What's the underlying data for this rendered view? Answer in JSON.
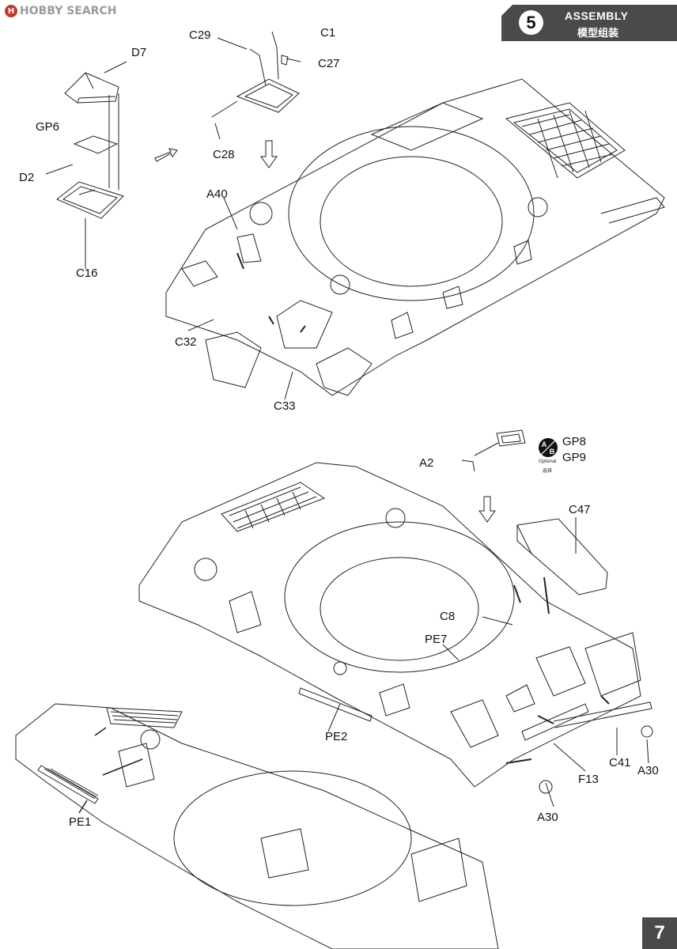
{
  "watermark": {
    "logo_glyph": "H",
    "text": "HOBBY SEARCH"
  },
  "header": {
    "step_number": "5",
    "title": "ASSEMBLY",
    "subtitle": "模型组装"
  },
  "page_number": "7",
  "optional_badge": {
    "glyph_a": "A",
    "glyph_b": "B",
    "label": "Optional",
    "label_cn": "选择"
  },
  "callouts_upper": {
    "c29": "C29",
    "c1": "C1",
    "d7": "D7",
    "c27": "C27",
    "gp6": "GP6",
    "d2": "D2",
    "c28": "C28",
    "c16": "C16",
    "a40": "A40",
    "c32": "C32",
    "c33": "C33"
  },
  "callouts_lower": {
    "gp8": "GP8",
    "gp9": "GP9",
    "a2": "A2",
    "c47": "C47",
    "c8": "C8",
    "pe7": "PE7",
    "pe2": "PE2",
    "c41": "C41",
    "a30_right": "A30",
    "f13": "F13",
    "a30_bottom": "A30",
    "pe1": "PE1"
  },
  "colors": {
    "banner": "#4a4a4a",
    "line": "#222222",
    "watermark": "#9a9a9a",
    "logo": "#c0392b"
  }
}
